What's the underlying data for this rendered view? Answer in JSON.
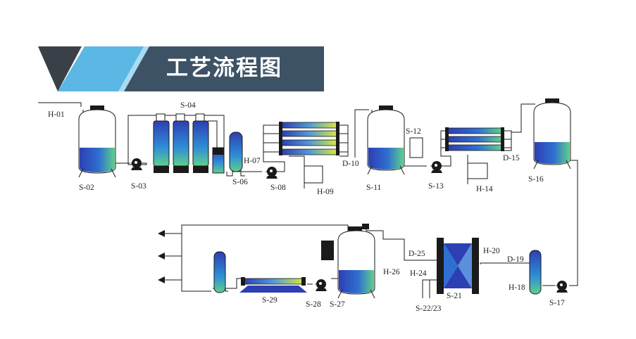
{
  "header": {
    "title": "工艺流程图"
  },
  "colors": {
    "water_top": "#2d3fb3",
    "water_mid": "#2f6fd0",
    "water_bottom": "#5fd08a",
    "accent_banner_light": "#5bb7e3",
    "accent_banner_dark": "#3a4047",
    "title_bar": "#3e5266",
    "fitting": "#1a1a1a"
  },
  "labels": {
    "h01": "H-01",
    "s02": "S-02",
    "s03": "S-03",
    "s04": "S-04",
    "s06": "S-06",
    "h07": "H-07",
    "s08": "S-08",
    "h09": "H-09",
    "d10": "D-10",
    "s11": "S-11",
    "s12": "S-12",
    "s13": "S-13",
    "h14": "H-14",
    "d15": "D-15",
    "s16": "S-16",
    "s17": "S-17",
    "h18": "H-18",
    "d19": "D-19",
    "h20": "H-20",
    "s21": "S-21",
    "s2223": "S-22/23",
    "h24": "H-24",
    "d25": "D-25",
    "h26": "H-26",
    "s27": "S-27",
    "s28": "S-28",
    "s29": "S-29"
  }
}
